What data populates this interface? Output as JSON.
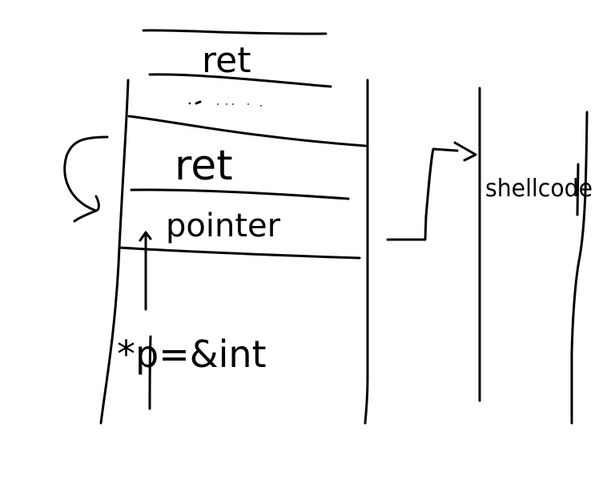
{
  "canvas": {
    "background": "#ffffff",
    "ink": "#000000"
  },
  "stack": {
    "top_label": "ret",
    "ellipsis": "........",
    "ret_label": "ret",
    "pointer_label": "pointer",
    "assignment": "*p=&int"
  },
  "shellcode": {
    "label": "shellcode"
  }
}
